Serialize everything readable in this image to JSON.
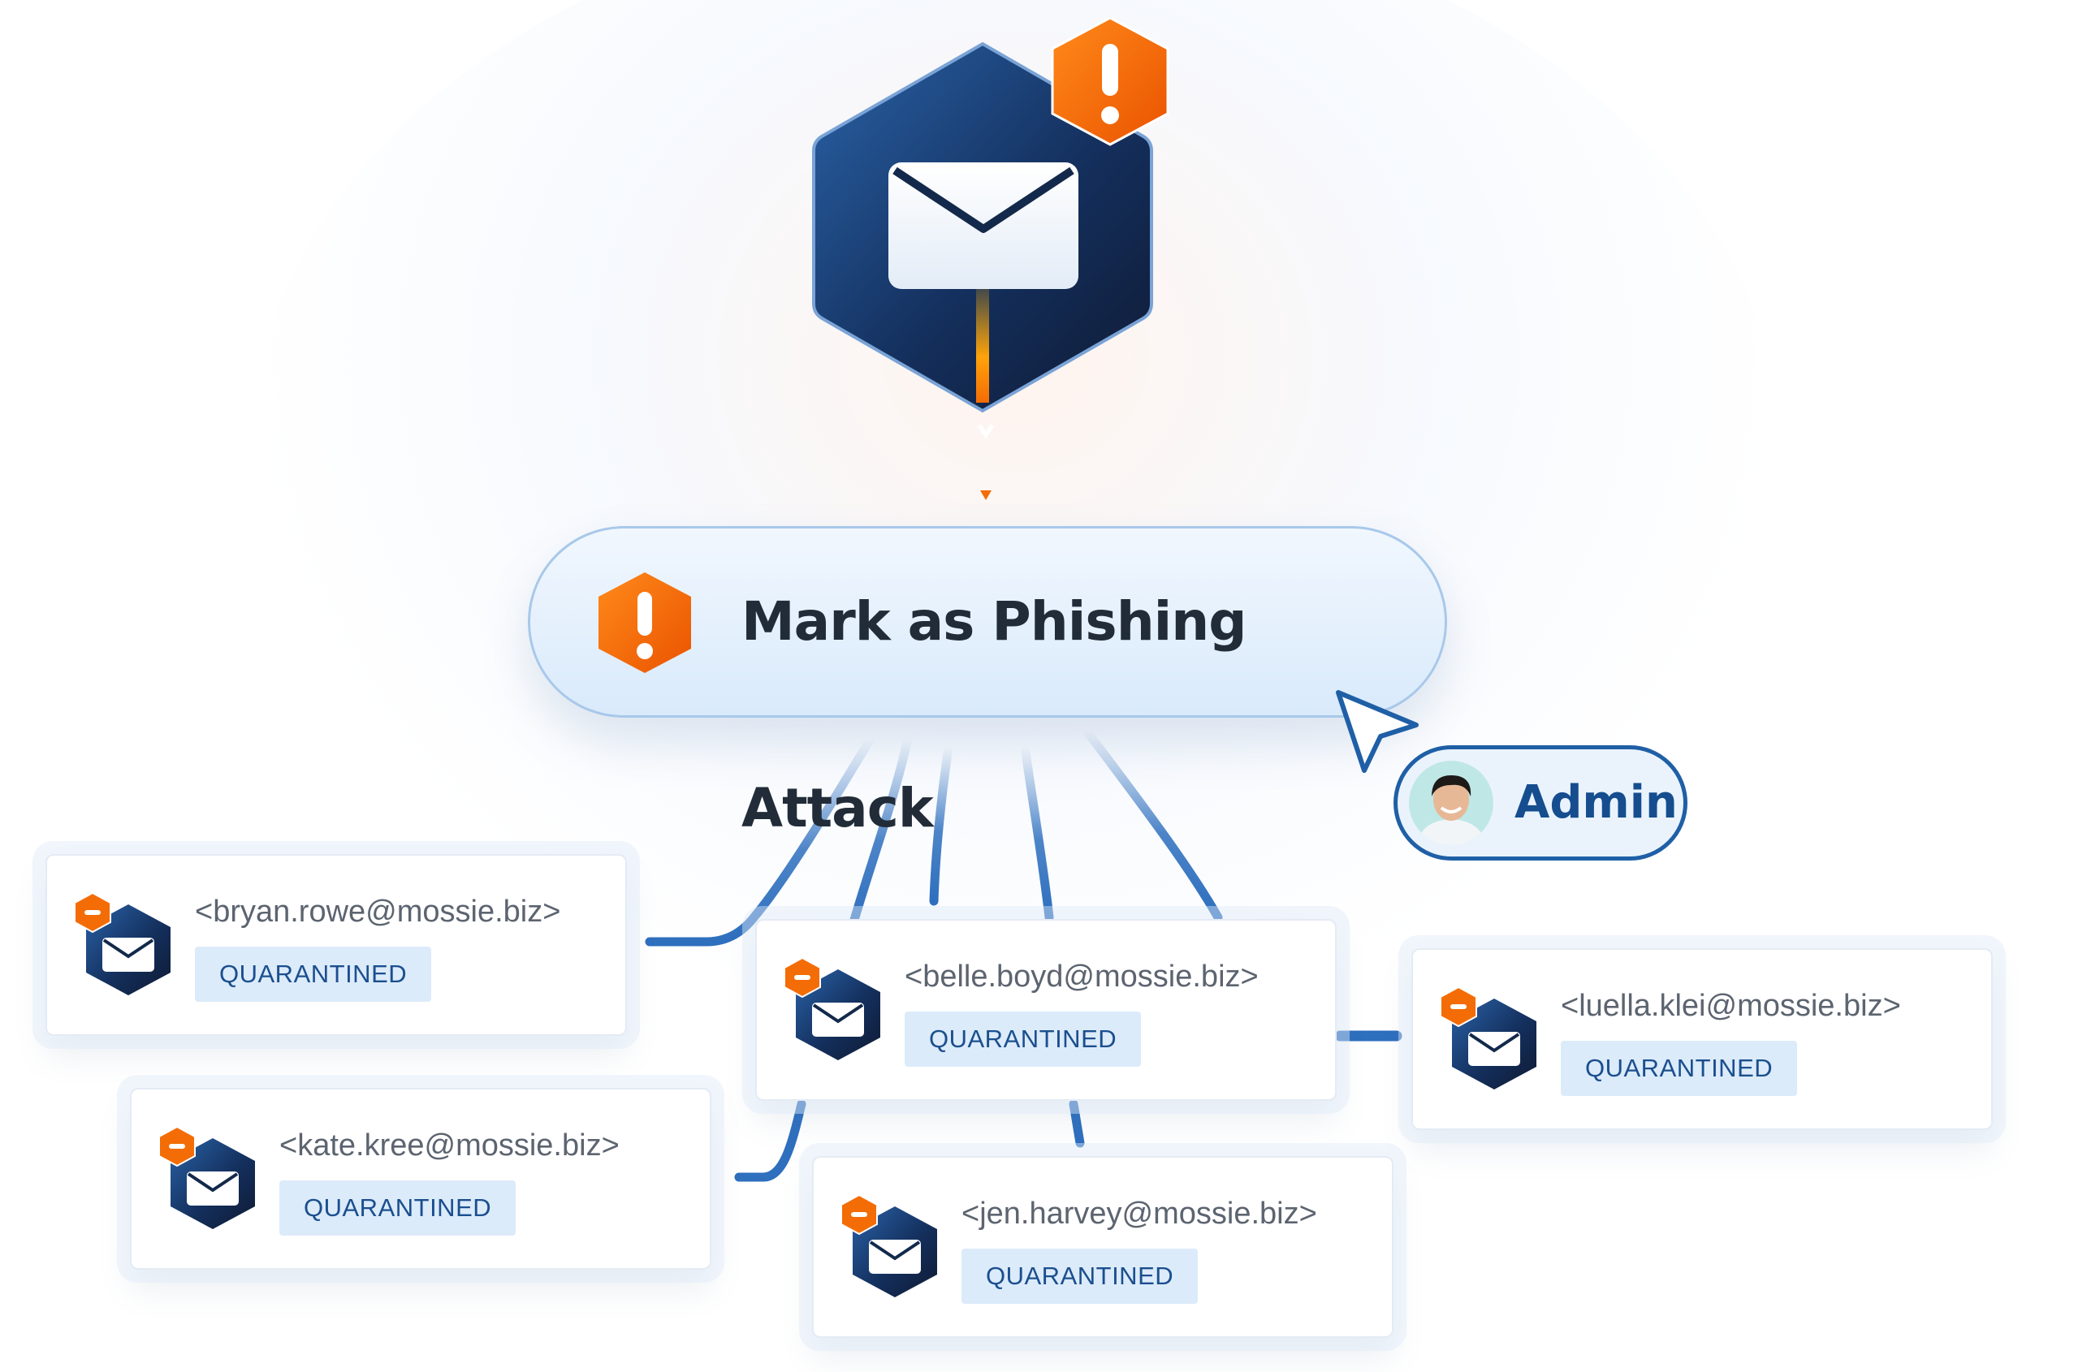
{
  "action": {
    "label": "Mark as Phishing Attack"
  },
  "user": {
    "label": "Admin"
  },
  "status_label": "QUARANTINED",
  "emails": [
    {
      "address": "<bryan.rowe@mossie.biz>"
    },
    {
      "address": "<belle.boyd@mossie.biz>"
    },
    {
      "address": "<luella.klei@mossie.biz>"
    },
    {
      "address": "<kate.kree@mossie.biz>"
    },
    {
      "address": "<jen.harvey@mossie.biz>"
    }
  ],
  "icons": {
    "main": "envelope-icon",
    "alert": "alert-icon",
    "cursor": "cursor-icon",
    "minus": "minus-badge-icon"
  },
  "colors": {
    "accent_orange": "#f46c05",
    "navy": "#13294b",
    "link_blue": "#2e6fbe",
    "badge_bg": "#dcebfa",
    "badge_text": "#1b4f8f"
  }
}
